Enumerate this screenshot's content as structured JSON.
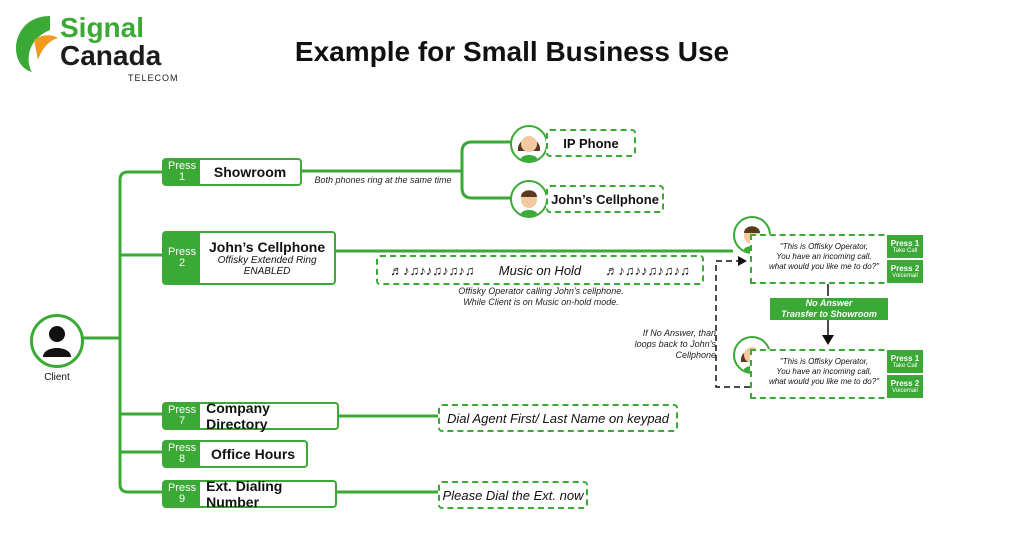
{
  "logo": {
    "line1": "Signal",
    "line2": "Canada",
    "line3": "TELECOM"
  },
  "title": "Example for Small Business Use",
  "client_label": "Client",
  "options": [
    {
      "press": "Press",
      "num": "1",
      "label": "Showroom"
    },
    {
      "press": "Press",
      "num": "2",
      "label": "John’s Cellphone",
      "sub1": "Offisky Extended Ring",
      "sub2": "ENABLED"
    },
    {
      "press": "Press",
      "num": "7",
      "label": "Company Directory"
    },
    {
      "press": "Press",
      "num": "8",
      "label": "Office Hours"
    },
    {
      "press": "Press",
      "num": "9",
      "label": "Ext. Dialing Number"
    }
  ],
  "ring_note": "Both phones ring at the same time",
  "ip_phone": "IP Phone",
  "johns_cell": "John’s Cellphone",
  "music_on_hold": "Music on Hold",
  "music_notes": "♬♪♫♪♪♫♪♫♪♫",
  "music_notes_right": "♬♪♫♪♪♫♪♫♪♫",
  "hold_note_1": "Offisky Operator calling John’s cellphone.",
  "hold_note_2": "While Client is on Music on-hold mode.",
  "operator_quote": {
    "l1": "\"This is Offisky Operator,",
    "l2": "You have an incoming call,",
    "l3": "what would you like me to do?\""
  },
  "keys": {
    "p1": "Press 1",
    "p1_desc": "Take Call",
    "p2": "Press 2",
    "p2_desc": "Voicemail"
  },
  "no_answer": {
    "l1": "No Answer",
    "l2": "Transfer to Showroom"
  },
  "loop_note": {
    "l1": "If No Answer, than",
    "l2": "loops back to John’s",
    "l3": "Cellphone"
  },
  "directory_prompt": "Dial Agent First/ Last Name on keypad",
  "ext_prompt": "Please Dial the Ext. now",
  "colors": {
    "green": "#3aa935",
    "dark": "#1c1c1c"
  }
}
